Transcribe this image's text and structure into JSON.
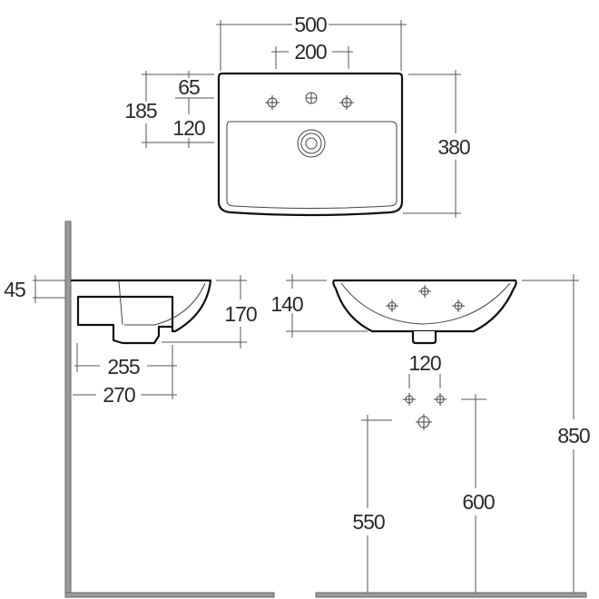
{
  "title": "Basin technical drawing (dimensions in mm)",
  "colors": {
    "line": "#111111",
    "dimension": "#555555",
    "wall": "#9a9a9a"
  },
  "plan_view": {
    "overall_width": "500",
    "tap_hole_spacing": "200",
    "overall_depth": "380",
    "depth_to_tap_hole": "65",
    "tap_hole_to_waste": "120",
    "depth_to_waste": "185"
  },
  "side_view": {
    "rim_thickness": "45",
    "height": "170",
    "wall_to_trap": "255",
    "wall_to_trap_outer": "270"
  },
  "front_view": {
    "bowl_height": "140",
    "tap_spacing": "120",
    "rim_height_from_floor": "850",
    "waste_height": "550",
    "supply_height": "600"
  }
}
